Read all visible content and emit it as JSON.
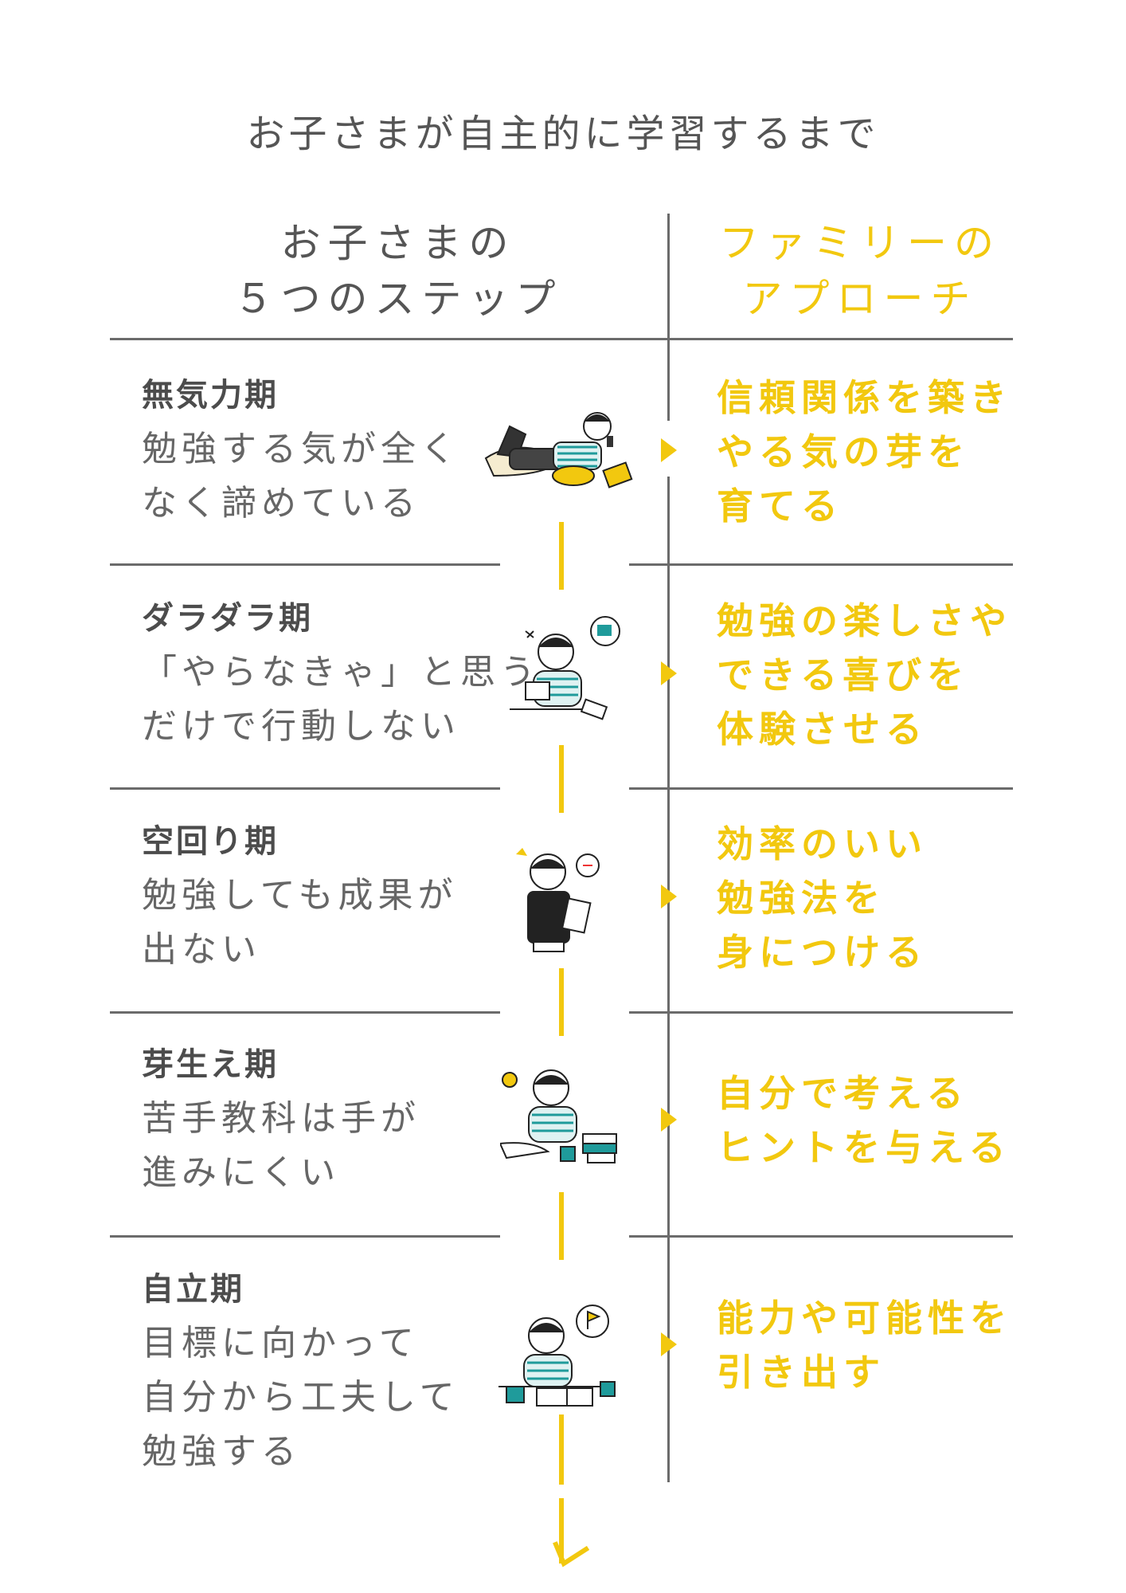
{
  "title": "お子さまが自主的に学習するまで",
  "header": {
    "left": [
      "お子さまの",
      "５つのステップ"
    ],
    "right": [
      "ファミリーの",
      "アプローチ"
    ]
  },
  "stages": [
    {
      "label": "無気力期",
      "desc": [
        "勉強する気が全く",
        "なく諦めている"
      ],
      "approach": [
        "信頼関係を築き",
        "やる気の芽を",
        "育てる"
      ],
      "illustration": "child-lying-with-phone-icon"
    },
    {
      "label": "ダラダラ期",
      "desc": [
        "「やらなきゃ」と思う",
        "だけで行動しない"
      ],
      "approach": [
        "勉強の楽しさや",
        "できる喜びを",
        "体験させる"
      ],
      "illustration": "child-thinking-at-desk-icon"
    },
    {
      "label": "空回り期",
      "desc": [
        "勉強しても成果が",
        "出ない"
      ],
      "approach": [
        "効率のいい",
        "勉強法を",
        "身につける"
      ],
      "illustration": "child-holding-test-paper-icon"
    },
    {
      "label": "芽生え期",
      "desc": [
        "苦手教科は手が",
        "進みにくい"
      ],
      "approach": [
        "自分で考える",
        "ヒントを与える"
      ],
      "illustration": "child-studying-with-lightbulb-icon"
    },
    {
      "label": "自立期",
      "desc": [
        "目標に向かって",
        "自分から工夫して",
        "勉強する"
      ],
      "approach": [
        "能力や可能性を",
        "引き出す"
      ],
      "illustration": "child-studying-with-flag-goal-icon"
    }
  ],
  "colors": {
    "accent": "#f2c80f",
    "text": "#5f5f5f",
    "line": "#6b6b6b",
    "teal": "#1f9b9b"
  },
  "icons": [
    "arrow-down-icon",
    "triangle-marker-icon"
  ]
}
